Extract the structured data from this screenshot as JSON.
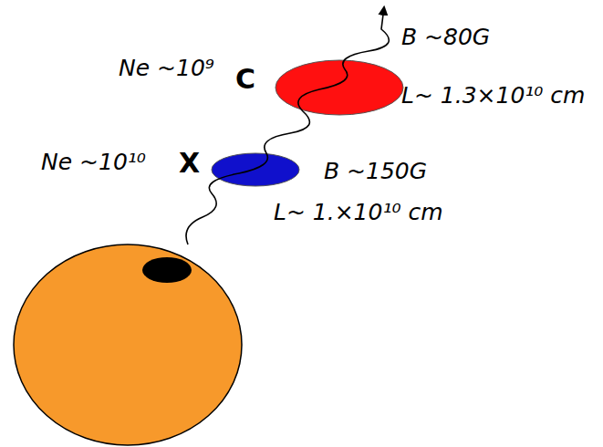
{
  "diagram": {
    "labels": [
      "B ~80G",
      "Ne ~10⁹",
      "C",
      "L~ 1.3×10¹⁰ cm",
      "Ne ~10¹⁰",
      "X",
      "B ~150G",
      "L~ 1.×10¹⁰ cm"
    ]
  }
}
